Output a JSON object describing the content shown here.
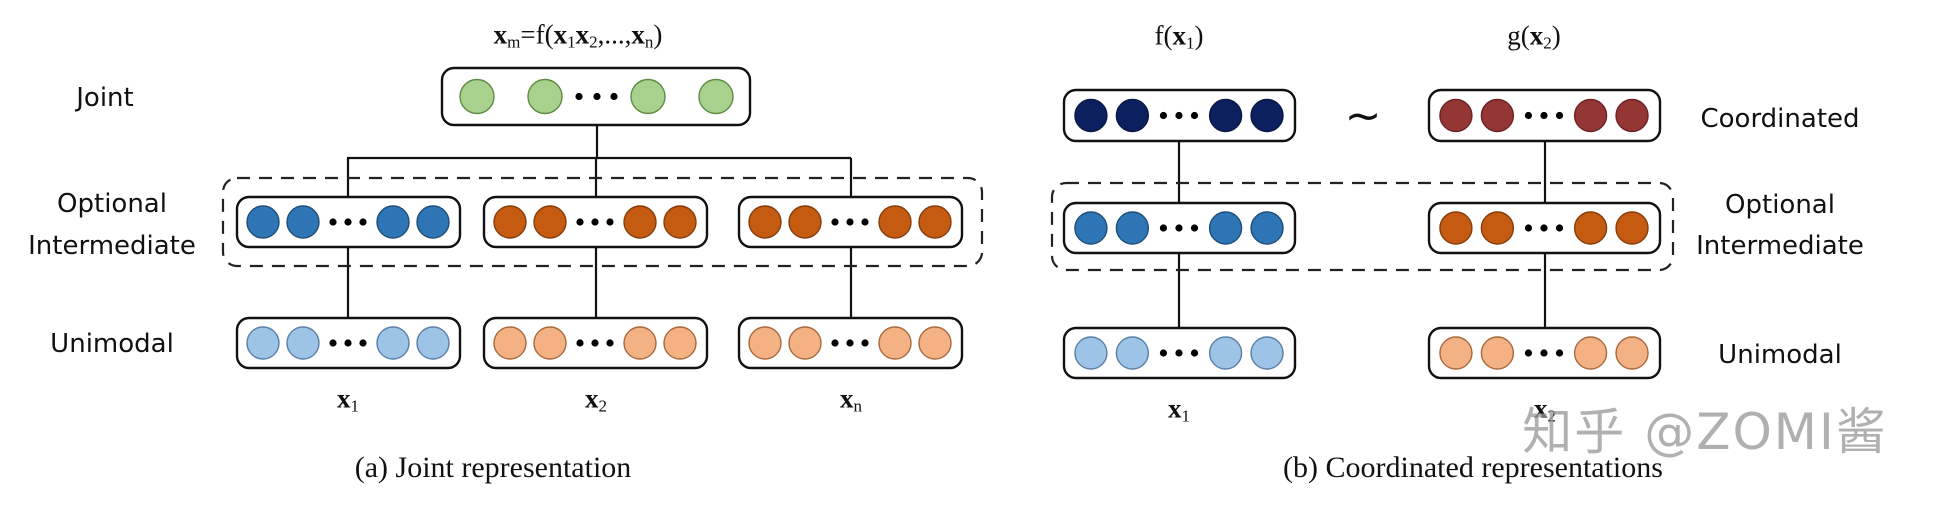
{
  "panel_a": {
    "caption": "(a) Joint representation",
    "formula": {
      "lhs": "x",
      "lhs_sub": "m",
      "eq": "=f(",
      "a": "x",
      "a_sub": "1",
      "b": "x",
      "b_sub": "2",
      "sep": ",...,",
      "c": "x",
      "c_sub": "n",
      "close": ")"
    },
    "row_labels": {
      "joint": "Joint",
      "optional_line1": "Optional",
      "optional_line2": "Intermediate",
      "unimodal": "Unimodal"
    },
    "input_labels": [
      {
        "var": "x",
        "sub": "1"
      },
      {
        "var": "x",
        "sub": "2"
      },
      {
        "var": "x",
        "sub": "n"
      }
    ],
    "joint_layer": {
      "color": "#a9d18e",
      "stroke": "#5f8a43",
      "nodes_shown": 4,
      "ellipsis": true
    },
    "intermediate_layers": [
      {
        "color": "#2e75b6",
        "stroke": "#1f4e79"
      },
      {
        "color": "#c55a11",
        "stroke": "#843c0c"
      },
      {
        "color": "#c55a11",
        "stroke": "#843c0c"
      }
    ],
    "unimodal_layers": [
      {
        "color": "#9dc3e6",
        "stroke": "#5a7ea6"
      },
      {
        "color": "#f4b183",
        "stroke": "#a8683c"
      },
      {
        "color": "#f4b183",
        "stroke": "#a8683c"
      }
    ]
  },
  "panel_b": {
    "caption": "(b) Coordinated representations",
    "top_labels": [
      {
        "fn": "f(",
        "var": "x",
        "sub": "1",
        "close": ")"
      },
      {
        "fn": "g(",
        "var": "x",
        "sub": "2",
        "close": ")"
      }
    ],
    "similarity_symbol": "~",
    "row_labels": {
      "coordinated": "Coordinated",
      "optional_line1": "Optional",
      "optional_line2": "Intermediate",
      "unimodal": "Unimodal"
    },
    "input_labels": [
      {
        "var": "x",
        "sub": "1"
      },
      {
        "var": "x",
        "sub": "2"
      }
    ],
    "coordinated_layers": [
      {
        "color": "#0c1f5f",
        "stroke": "#0a1845"
      },
      {
        "color": "#943634",
        "stroke": "#6b2523"
      }
    ],
    "intermediate_layers": [
      {
        "color": "#2e75b6",
        "stroke": "#1f4e79"
      },
      {
        "color": "#c55a11",
        "stroke": "#843c0c"
      }
    ],
    "unimodal_layers": [
      {
        "color": "#9dc3e6",
        "stroke": "#5a7ea6"
      },
      {
        "color": "#f4b183",
        "stroke": "#a8683c"
      }
    ]
  },
  "watermark": "知乎 @ZOMI酱"
}
